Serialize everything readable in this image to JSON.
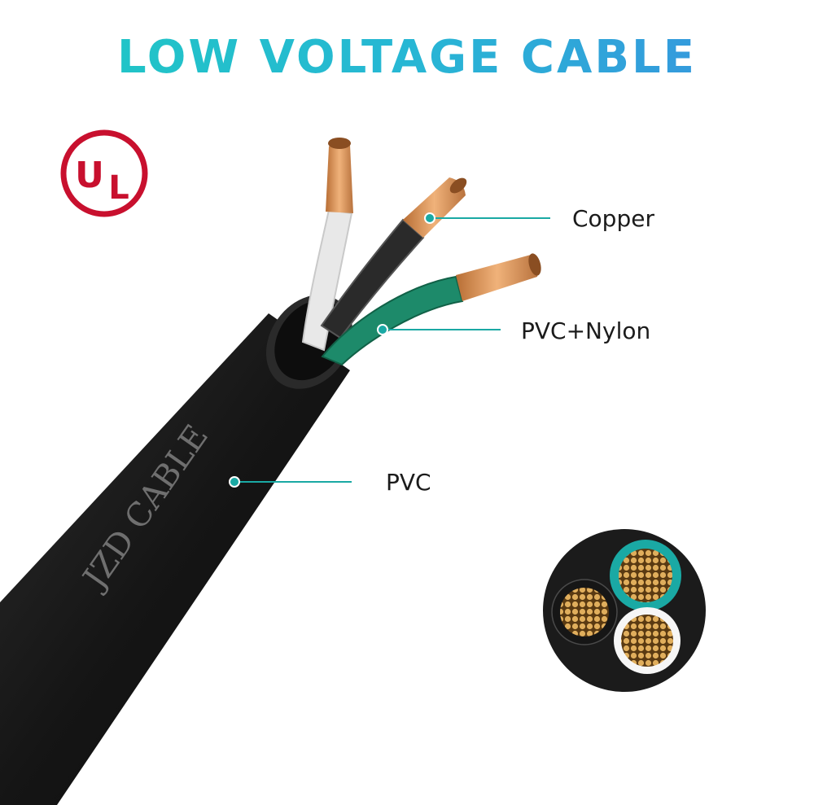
{
  "title": "LOW VOLTAGE CABLE",
  "brand_print": "JZD CABLE",
  "certification_mark": "UL",
  "callouts": [
    {
      "label": "Copper"
    },
    {
      "label": "PVC+Nylon"
    },
    {
      "label": "PVC"
    }
  ],
  "colors": {
    "title_gradient_start": "#1ec9c2",
    "title_gradient_end": "#3a8fe0",
    "ul_red": "#c8102e",
    "callout_teal": "#1aa9a4",
    "jacket_black": "#1a1a1a",
    "copper": "#d9955a",
    "green_insulation": "#1d8a6a",
    "white_insulation": "#e6e6e6"
  },
  "icons": [
    "ul-logo-icon",
    "cable-cross-section-icon"
  ]
}
